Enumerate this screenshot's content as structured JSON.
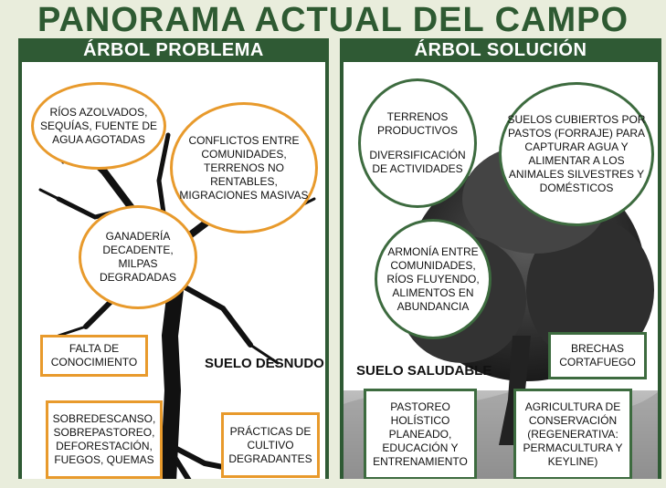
{
  "title": "PANORAMA ACTUAL DEL CAMPO",
  "left": {
    "header": "ÁRBOL PROBLEMA",
    "callouts": [
      "RÍOS AZOLVADOS, SEQUÍAS, FUENTE DE AGUA AGOTADAS",
      "CONFLICTOS ENTRE COMUNIDADES, TERRENOS NO RENTABLES, MIGRACIONES MASIVAS",
      "GANADERÍA DECADENTE, MILPAS DEGRADADAS",
      "FALTA DE CONOCIMIENTO",
      "SOBREDESCANSO, SOBREPASTOREO, DEFORESTACIÓN, FUEGOS, QUEMAS",
      "PRÁCTICAS DE CULTIVO DEGRADANTES"
    ],
    "ground_label": "SUELO DESNUDO"
  },
  "right": {
    "header": "ÁRBOL SOLUCIÓN",
    "callouts": [
      "TERRENOS PRODUCTIVOS",
      "DIVERSIFICACIÓN DE ACTIVIDADES",
      "SUELOS CUBIERTOS POR PASTOS (FORRAJE) PARA CAPTURAR AGUA Y ALIMENTAR A LOS ANIMALES SILVESTRES Y DOMÉSTICOS",
      "ARMONÍA ENTRE COMUNIDADES, RÍOS FLUYENDO, ALIMENTOS EN ABUNDANCIA",
      "BRECHAS CORTAFUEGO",
      "PASTOREO HOLÍSTICO PLANEADO, EDUCACIÓN Y ENTRENAMIENTO",
      "AGRICULTURA DE CONSERVACIÓN (REGENERATIVA: PERMACULTURA Y KEYLINE)"
    ],
    "ground_label": "SUELO SALUDABLE"
  },
  "colors": {
    "panel_green": "#2f5a34",
    "title_green": "#2e5a32",
    "problem_orange": "#e89a2c",
    "solution_green": "#3d6b3f"
  }
}
